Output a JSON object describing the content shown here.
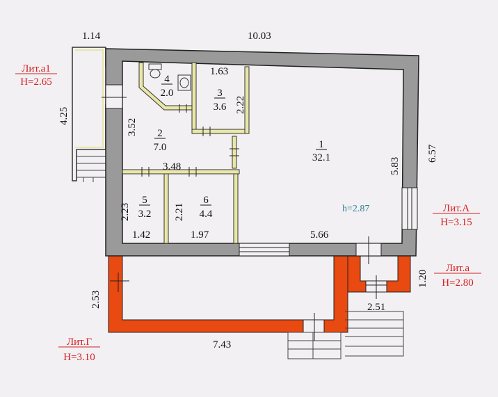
{
  "colors": {
    "wall": "#9a9a9a",
    "wall_outline": "#222222",
    "partition": "#e9e7a8",
    "extension": "#e84a12",
    "label_red": "#d42020",
    "height_mark": "#2f7f9a",
    "background": "#f2f0f3"
  },
  "dimensions": {
    "top_total": "10.03",
    "porch_top": "1.14",
    "porch_side": "4.25",
    "room2_side": "3.52",
    "partition_width": "3.48",
    "room5_side": "2.23",
    "room6_side": "2.21",
    "room5_width": "1.42",
    "room6_width": "1.97",
    "room1_width": "5.66",
    "room1_side": "5.83",
    "right_total": "6.57",
    "garage_side": "2.53",
    "garage_width": "7.43",
    "vestibule_side": "1.20",
    "vestibule_width": "2.51",
    "room3_side": "2.22",
    "room3_top": "1.63"
  },
  "rooms": [
    {
      "num": "1",
      "area": "32.1"
    },
    {
      "num": "2",
      "area": "7.0"
    },
    {
      "num": "3",
      "area": "3.6"
    },
    {
      "num": "4",
      "area": "2.0"
    },
    {
      "num": "5",
      "area": "3.2"
    },
    {
      "num": "6",
      "area": "4.4"
    }
  ],
  "ceiling_height": "h=2.87",
  "liter_labels": {
    "a1_name": "Лит.а1",
    "a1_h": "H=2.65",
    "A_name": "Лит.А",
    "A_h": "H=3.15",
    "a_name": "Лит.а",
    "a_h": "H=2.80",
    "G_name": "Лит.Г",
    "G_h": "H=3.10"
  },
  "fixtures": [
    "toilet-icon",
    "sink-icon"
  ]
}
